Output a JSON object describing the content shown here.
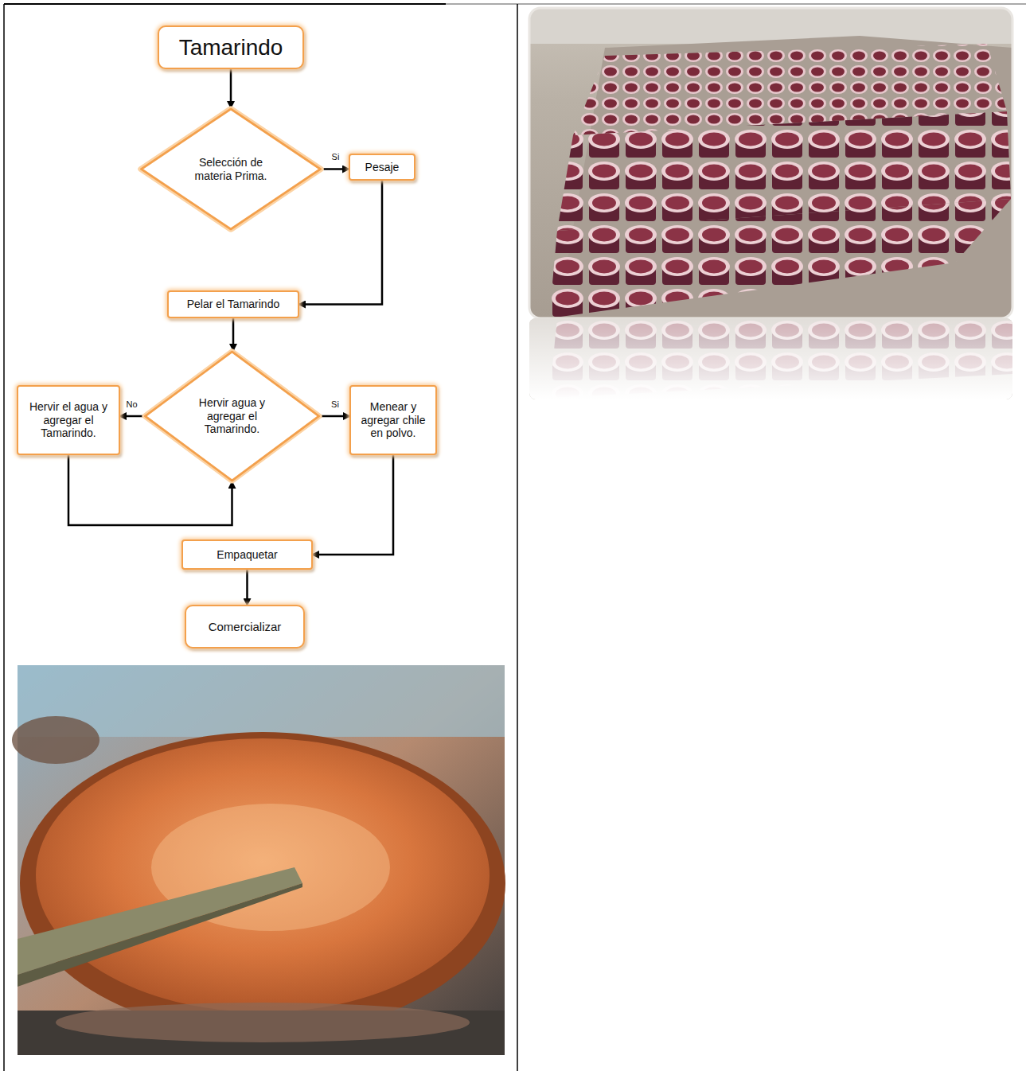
{
  "diagram": {
    "nodes": [
      {
        "text": [
          "Tamarindo"
        ]
      },
      {
        "text": [
          "Selección de materia Prima."
        ]
      },
      {
        "text": [
          "Pesaje"
        ]
      },
      {
        "text": [
          "Pelar el Tamarindo"
        ]
      },
      {
        "text": [
          "Hervir agua y agregar el Tamarindo."
        ]
      },
      {
        "text": [
          "Hervir el agua y agregar el Tamarindo."
        ]
      },
      {
        "text": [
          "Menear y agregar chile en polvo."
        ]
      },
      {
        "text": [
          "Empaquetar"
        ]
      },
      {
        "text": [
          "Comercializar"
        ]
      }
    ],
    "edges": [
      {
        "from": 0,
        "to": 1,
        "arrow": "to"
      },
      {
        "from": 1,
        "to": 2,
        "label": "Si",
        "arrow": "to"
      },
      {
        "from": 2,
        "to": 3,
        "arrow": "to"
      },
      {
        "from": 3,
        "to": 4,
        "arrow": "to"
      },
      {
        "from": 4,
        "to": 5,
        "label": "No",
        "arrow": "to"
      },
      {
        "from": 5,
        "to": 4,
        "arrow": "to"
      },
      {
        "from": 4,
        "to": 6,
        "label": "Si",
        "arrow": "to"
      },
      {
        "from": 6,
        "to": 7,
        "arrow": "to"
      },
      {
        "from": 7,
        "to": 8,
        "arrow": "to"
      }
    ]
  }
}
